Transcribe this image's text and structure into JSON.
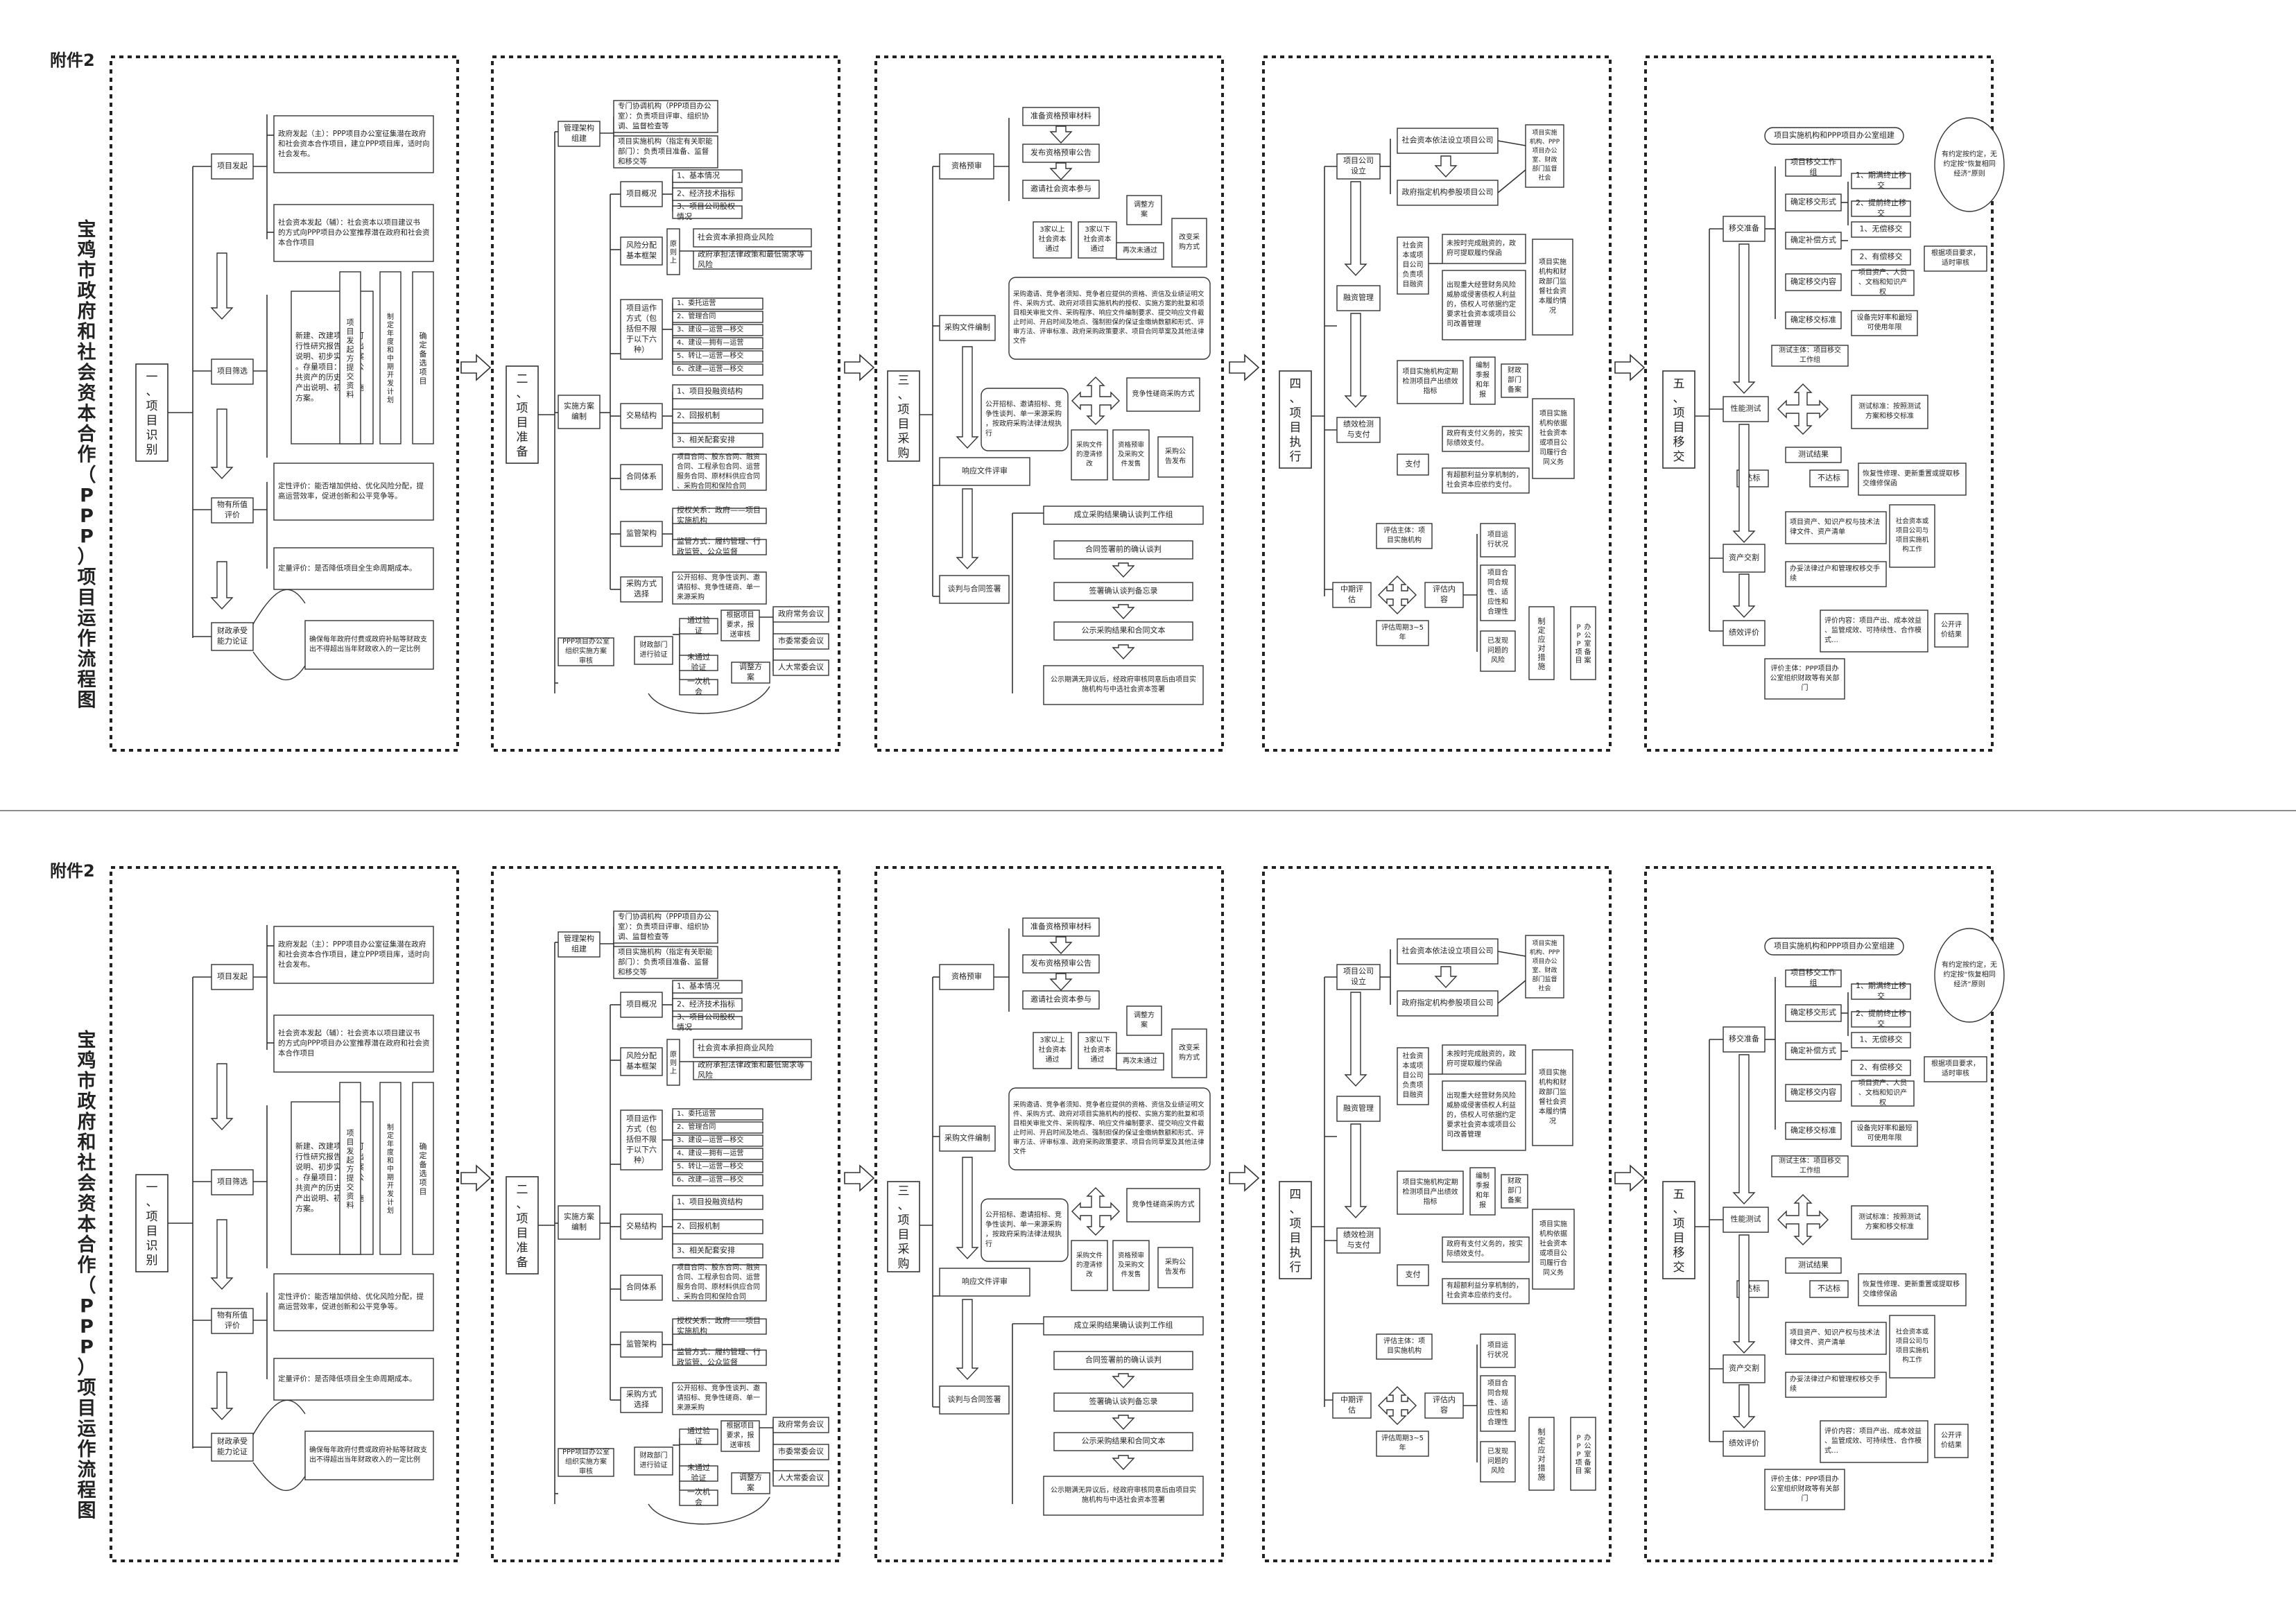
{
  "annex_label": "附件2",
  "main_title": "宝鸡市政府和社会资本合作（PPP）项目运作流程图",
  "phases": [
    {
      "name": "一、项目识别",
      "nodes": [
        {
          "t": "项目发起"
        },
        {
          "t": "政府发起（主）：PPP项目办公室征集潜在政府和社会资本合作项目，建立PPP项目库，适时向社会发布。"
        },
        {
          "t": "社会资本发起（辅）：社会资本以项目建议书的方式向PPP项目办公室推荐潜在政府和社会资本合作项目"
        },
        {
          "t": "项目筛选"
        },
        {
          "t": "新建、改建项目：可行性研究报告、产出说明、初步实施方案。存量项目：存量公共资产的历史资料、产出说明、初步实施方案。"
        },
        {
          "t": "项目发起方提交资料"
        },
        {
          "t": "制定年度和中期开发计划"
        },
        {
          "t": "确定备选项目"
        },
        {
          "t": "物有所值评价"
        },
        {
          "t": "定性评价：能否增加供给、优化风险分配，提高运营效率，促进创新和公平竞争等。"
        },
        {
          "t": "定量评价：是否降低项目全生命周期成本。"
        },
        {
          "t": "财政承受能力论证"
        },
        {
          "t": "确保每年政府付费或政府补贴等财政支出不得超出当年财政收入的一定比例"
        }
      ]
    },
    {
      "name": "二、项目准备",
      "nodes": [
        {
          "t": "管理架构组建"
        },
        {
          "t": "专门协调机构（PPP项目办公室）：负责项目评审、组织协调、监督检查等"
        },
        {
          "t": "项目实施机构（指定有关职能部门）：负责项目准备、监督和移交等"
        },
        {
          "t": "项目概况"
        },
        {
          "t": "1、基本情况"
        },
        {
          "t": "2、经济技术指标"
        },
        {
          "t": "3、项目公司股权情况"
        },
        {
          "t": "风险分配基本框架"
        },
        {
          "t": "原则上"
        },
        {
          "t": "社会资本承担商业风险"
        },
        {
          "t": "政府承担法律政策和最低需求等风险"
        },
        {
          "t": "项目运作方式（包括但不限于以下六种）"
        },
        {
          "t": "1、委托运营"
        },
        {
          "t": "2、管理合同"
        },
        {
          "t": "3、建设—运营—移交"
        },
        {
          "t": "4、建设—拥有—运营"
        },
        {
          "t": "5、转让—运营—移交"
        },
        {
          "t": "6、改建—运营—移交"
        },
        {
          "t": "实施方案编制"
        },
        {
          "t": "交易结构"
        },
        {
          "t": "1、项目投融资结构"
        },
        {
          "t": "2、回报机制"
        },
        {
          "t": "3、相关配套安排"
        },
        {
          "t": "合同体系"
        },
        {
          "t": "项目合同、股东合同、融资合同、工程承包合同、运营服务合同、原材料供应合同、采购合同和保险合同"
        },
        {
          "t": "监管架构"
        },
        {
          "t": "授权关系：政府——项目实施机构"
        },
        {
          "t": "监管方式：履约管理、行政监管、公众监督"
        },
        {
          "t": "采购方式选择"
        },
        {
          "t": "公开招标、竞争性谈判、邀请招标、竞争性磋商、单一来源采购"
        },
        {
          "t": "PPP项目办公室组织实施方案审核"
        },
        {
          "t": "财政部门进行验证"
        },
        {
          "t": "通过验证"
        },
        {
          "t": "未通过验证"
        },
        {
          "t": "一次机会"
        },
        {
          "t": "根据项目要求，报送审核"
        },
        {
          "t": "调整方案"
        },
        {
          "t": "政府常务会议"
        },
        {
          "t": "市委常委会议"
        },
        {
          "t": "人大常委会议"
        }
      ]
    },
    {
      "name": "三、项目采购",
      "nodes": [
        {
          "t": "准备资格预审材料"
        },
        {
          "t": "发布资格预审公告"
        },
        {
          "t": "邀请社会资本参与"
        },
        {
          "t": "资格预审"
        },
        {
          "t": "3家以上社会资本通过"
        },
        {
          "t": "3家以下社会资本通过"
        },
        {
          "t": "调整方案"
        },
        {
          "t": "再次未通过"
        },
        {
          "t": "改变采购方式"
        },
        {
          "t": "采购文件编制"
        },
        {
          "t": "采购邀请、竞争者须知、竞争者应提供的资格、资信及业绩证明文件、采购方式、政府对项目实施机构的授权、实施方案的批复和项目相关审批文件、采购程序、响应文件编制要求、提交响应文件截止时间、开启时间及地点、强制担保的保证金缴纳数额和形式、评审方法、评审标准、政府采购政策要求、项目合同草案及其他法律文件"
        },
        {
          "t": "公开招标、邀请招标、竞争性谈判、单一来源采购，按政府采购法律法规执行"
        },
        {
          "t": "竞争性磋商采购方式"
        },
        {
          "t": "采购文件的澄清修改"
        },
        {
          "t": "资格预审及采购文件发售"
        },
        {
          "t": "采购公告发布"
        },
        {
          "t": "响应文件评审"
        },
        {
          "t": "成立采购结果确认谈判工作组"
        },
        {
          "t": "合同签署前的确认谈判"
        },
        {
          "t": "签署确认谈判备忘录"
        },
        {
          "t": "公示采购结果和合同文本"
        },
        {
          "t": "公示期满无异议后，经政府审核同意后由项目实施机构与中选社会资本签署"
        },
        {
          "t": "谈判与合同签署"
        }
      ]
    },
    {
      "name": "四、项目执行",
      "nodes": [
        {
          "t": "项目公司设立"
        },
        {
          "t": "社会资本依法设立项目公司"
        },
        {
          "t": "政府指定机构参股项目公司"
        },
        {
          "t": "项目实施机构、PPP项目办公室、财政部门监督社会"
        },
        {
          "t": "融资管理"
        },
        {
          "t": "社会资本或项目公司负责项目融资"
        },
        {
          "t": "未按时完成融资的，政府可提取履约保函"
        },
        {
          "t": "出现重大经营财务风险威胁或侵害债权人利益的，债权人可依据约定要求社会资本或项目公司改善管理"
        },
        {
          "t": "项目实施机构和财政部门监督社会资本履约情况"
        },
        {
          "t": "项目实施机构定期检测项目产出绩效指标"
        },
        {
          "t": "编制季报和年报"
        },
        {
          "t": "财政部门备案"
        },
        {
          "t": "绩效检测与支付"
        },
        {
          "t": "支付"
        },
        {
          "t": "政府有支付义务的，按实际绩效支付。"
        },
        {
          "t": "有超额利益分享机制的，社会资本应依约支付。"
        },
        {
          "t": "项目实施机构依据社会资本或项目公司履行合同义务"
        },
        {
          "t": "评估主体：项目实施机构"
        },
        {
          "t": "中期评估"
        },
        {
          "t": "评估内容"
        },
        {
          "t": "评估周期3~5年"
        },
        {
          "t": "项目运行状况"
        },
        {
          "t": "项目合同合规性、适应性和合理性"
        },
        {
          "t": "已发现问题的风险"
        },
        {
          "t": "制定应对措施"
        },
        {
          "t": "PPP项目办公室备案"
        }
      ]
    },
    {
      "name": "五、项目移交",
      "nodes": [
        {
          "t": "项目实施机构和PPP项目办公室组建"
        },
        {
          "t": "有约定按约定，无约定按“恢复相同经济”原则"
        },
        {
          "t": "项目移交工作组"
        },
        {
          "t": "确定移交形式"
        },
        {
          "t": "1、期满终止移交"
        },
        {
          "t": "2、提前终止移交"
        },
        {
          "t": "确定补偿方式"
        },
        {
          "t": "1、无偿移交"
        },
        {
          "t": "2、有偿移交"
        },
        {
          "t": "根据项目要求，适时审核"
        },
        {
          "t": "移交准备"
        },
        {
          "t": "确定移交内容"
        },
        {
          "t": "项目资产、人员、文档和知识产权"
        },
        {
          "t": "确定移交标准"
        },
        {
          "t": "设备完好率和最短可使用年限"
        },
        {
          "t": "测试主体：项目移交工作组"
        },
        {
          "t": "性能测试"
        },
        {
          "t": "测试标准：按照测试方案和移交标准"
        },
        {
          "t": "测试结果"
        },
        {
          "t": "达标"
        },
        {
          "t": "不达标"
        },
        {
          "t": "恢复性修理、更新重置或提取移交维修保函"
        },
        {
          "t": "项目资产、知识产权与技术法律文件、资产清单"
        },
        {
          "t": "资产交割"
        },
        {
          "t": "社会资本或项目公司与项目实施机构工作"
        },
        {
          "t": "办妥法律过户和管理权移交手续"
        },
        {
          "t": "绩效评价"
        },
        {
          "t": "评价内容：项目产出、成本效益、监管成效、可持续性、合作模式…"
        },
        {
          "t": "公开评价结果"
        },
        {
          "t": "评价主体：PPP项目办公室组织财政等有关部门"
        }
      ]
    }
  ]
}
